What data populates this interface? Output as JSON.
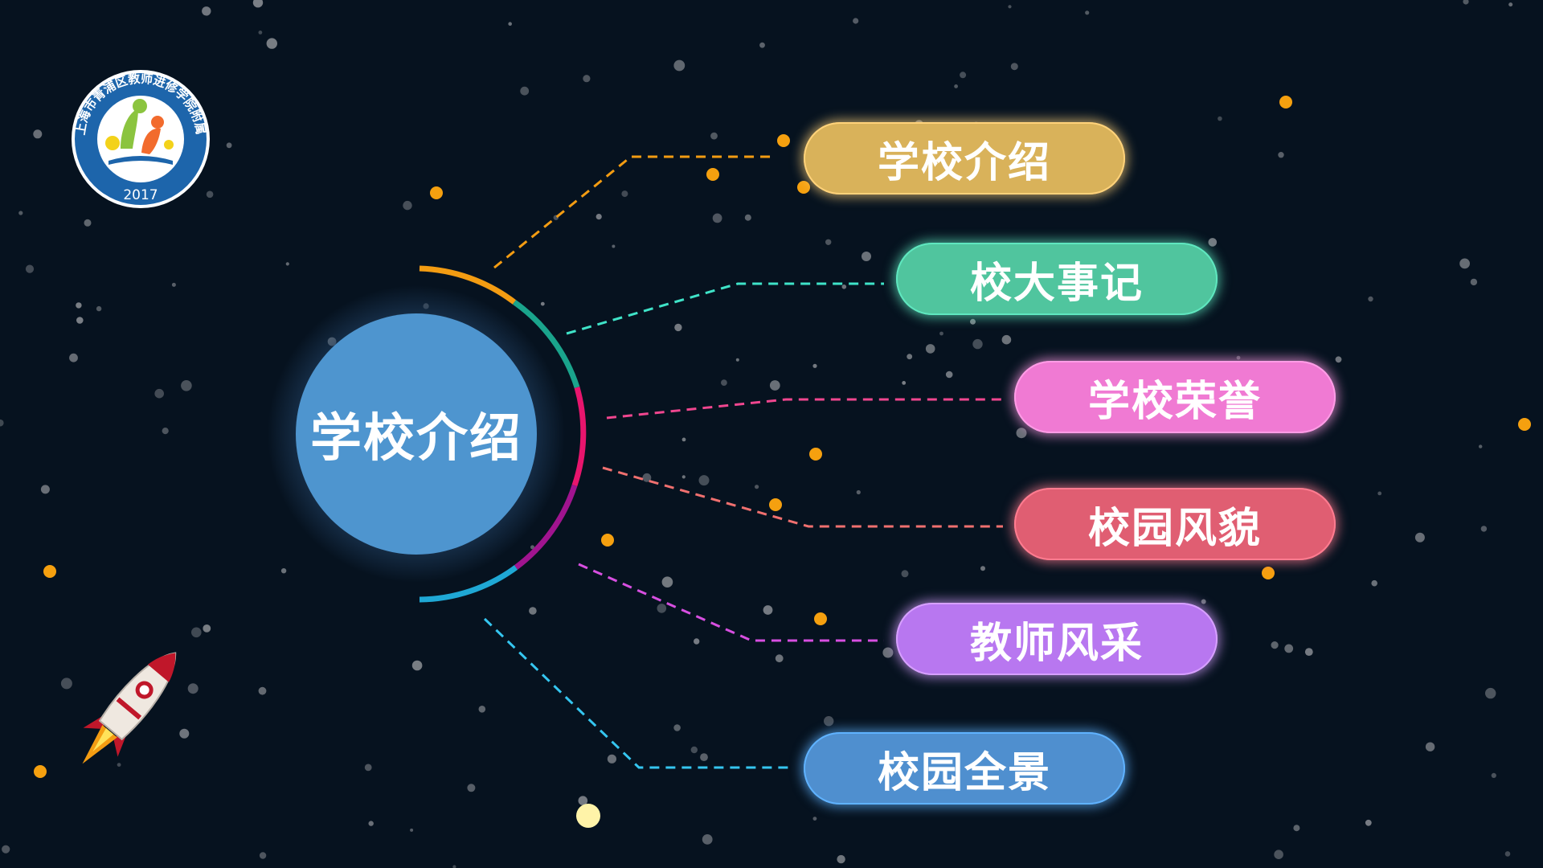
{
  "logo": {
    "ring_text": "上海市青浦区教师进修学院附属小学",
    "year": "2017"
  },
  "hub": {
    "label": "学校介绍"
  },
  "menu": [
    {
      "label": "学校介绍",
      "color": "#d9b25a",
      "glow": "#ffd27a",
      "line_color": "#f39c12"
    },
    {
      "label": "校大事记",
      "color": "#50c59e",
      "glow": "#5fe7bf",
      "line_color": "#3fe3c8"
    },
    {
      "label": "学校荣誉",
      "color": "#f07ad3",
      "glow": "#ff9ce6",
      "line_color": "#f0468f"
    },
    {
      "label": "校园风貌",
      "color": "#e05e72",
      "glow": "#ff7c90",
      "line_color": "#f0706f"
    },
    {
      "label": "教师风采",
      "color": "#b877f0",
      "glow": "#d7a0ff",
      "line_color": "#d74fe0"
    },
    {
      "label": "校园全景",
      "color": "#4f8fcf",
      "glow": "#5fb2ff",
      "line_color": "#35c6f0"
    }
  ],
  "colors": {
    "background": "#06121f",
    "hub_fill": "#4e95cf",
    "hub_halo": "#1e3a5a",
    "star_gray": "#7a7f86",
    "star_orange": "#f5a00f"
  }
}
